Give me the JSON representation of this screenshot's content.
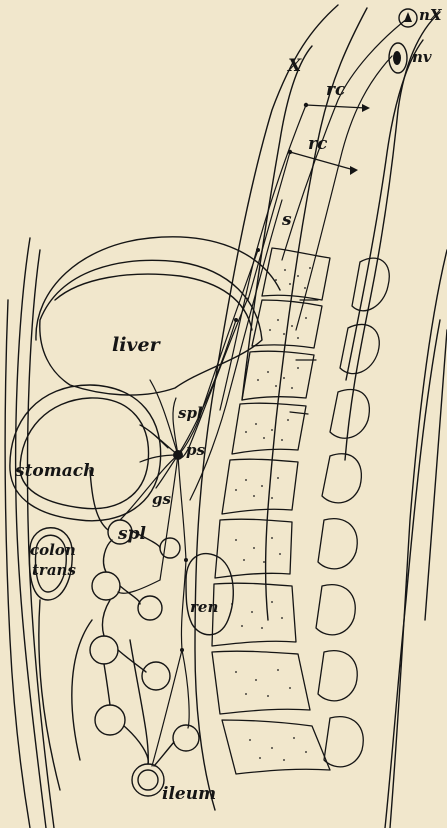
{
  "labels": {
    "nX": "nX",
    "nv": "nv",
    "X": "X",
    "rc_upper": "rc",
    "rc_lower": "rc",
    "s": "s",
    "liver": "liver",
    "spl_upper": "spl",
    "ps": "ps",
    "stomach": "stomach",
    "gs": "gs",
    "spl_lower": "spl",
    "colon": "colon",
    "trans": "trans",
    "ren": "ren",
    "ileum": "ileum"
  },
  "colors": {
    "background": "#f1e7cc",
    "ink": "#151515"
  }
}
